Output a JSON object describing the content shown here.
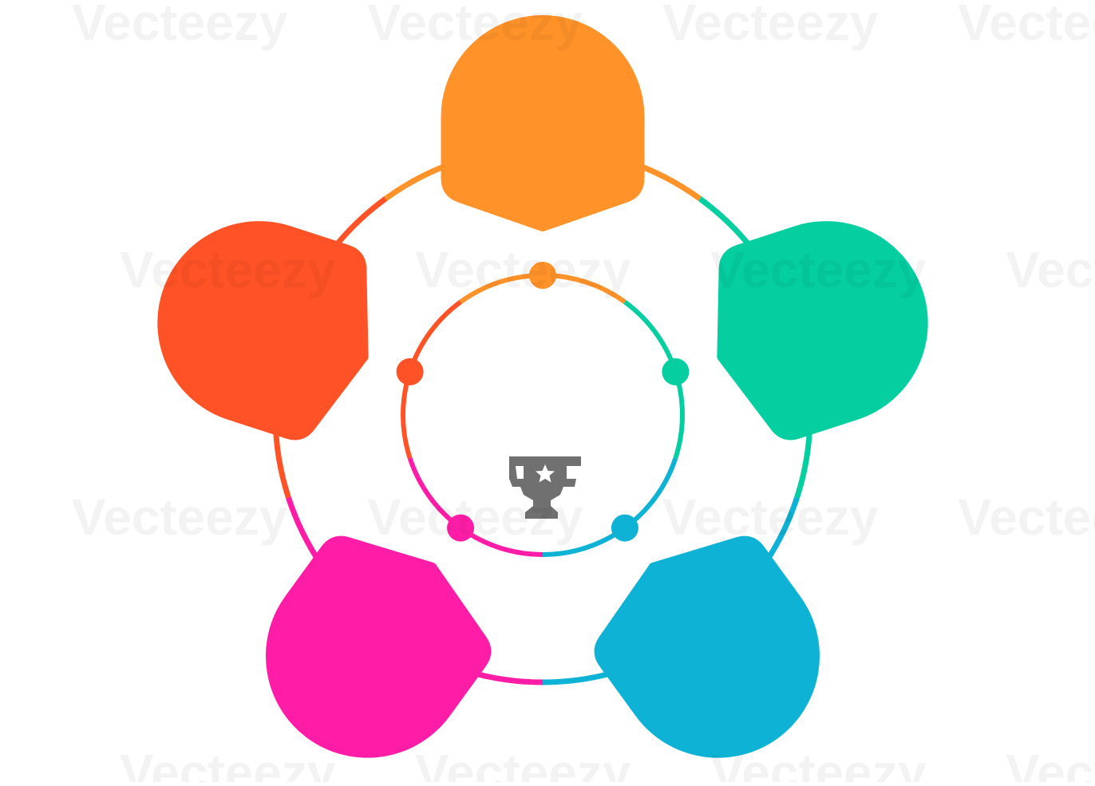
{
  "diagram": {
    "type": "cycle-infographic",
    "steps": [
      {
        "id": "step-1",
        "position": "top",
        "color": "#FF9228"
      },
      {
        "id": "step-2",
        "position": "right",
        "color": "#05CFA1"
      },
      {
        "id": "step-3",
        "position": "bottom-right",
        "color": "#0EB2D5"
      },
      {
        "id": "step-4",
        "position": "bottom-left",
        "color": "#FF1DA7"
      },
      {
        "id": "step-5",
        "position": "left",
        "color": "#FF5226"
      }
    ],
    "center_icon": {
      "name": "trophy-icon",
      "color": "#707070"
    }
  },
  "watermark": {
    "text": "Vecteezy"
  }
}
